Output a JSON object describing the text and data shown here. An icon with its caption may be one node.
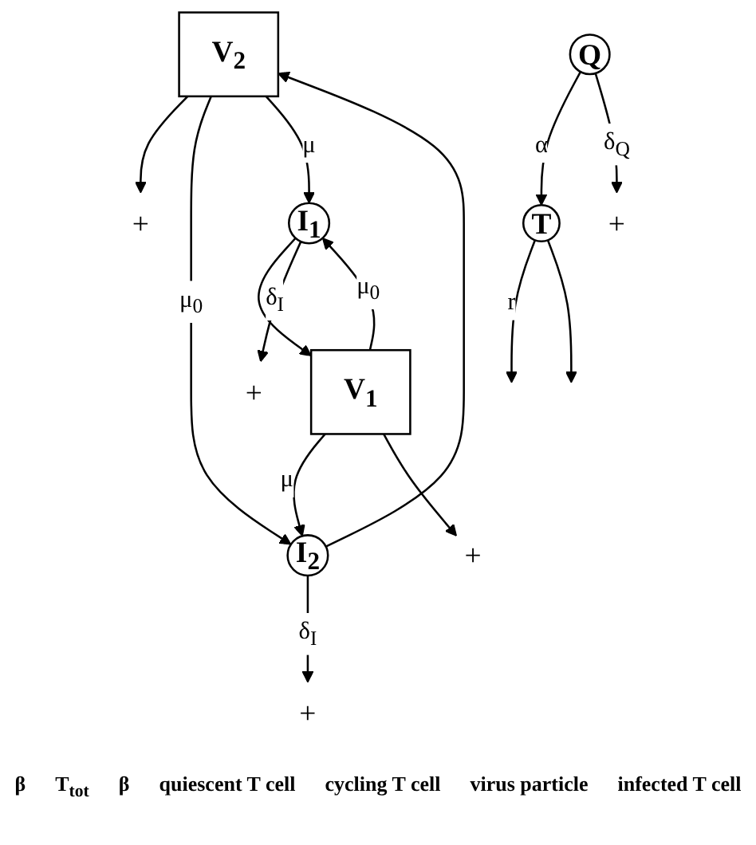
{
  "diagram": {
    "nodes": [
      {
        "text": [
          "+"
        ]
      },
      {
        "text": [
          "V$_{2}$"
        ]
      },
      {
        "text": [
          "I$_{2}$"
        ]
      },
      {
        "text": [
          "+"
        ]
      },
      {
        "text": [
          "Q"
        ]
      },
      {
        "text": [
          "T"
        ]
      },
      {
        "text": [
          "I$_{1}$"
        ]
      },
      {
        "text": [
          "+"
        ]
      },
      {
        "text": [
          "+"
        ]
      },
      {
        "text": [
          "V$_{1}$"
        ]
      },
      {
        "text": [
          "+"
        ]
      }
    ],
    "edges": [
      {
        "from": 4,
        "to": 5,
        "arrow": "to",
        "label": "α"
      },
      {
        "from": 4,
        "to": 8,
        "arrow": "to",
        "label": "δ$_{Q}$"
      },
      {
        "from": 5,
        "to": null,
        "arrow": "to",
        "label": "r"
      },
      {
        "from": 5,
        "to": null,
        "arrow": "to"
      },
      {
        "from": 1,
        "to": 0,
        "arrow": "to"
      },
      {
        "from": 2,
        "to": 1,
        "arrow": "to"
      },
      {
        "from": 2,
        "to": 3,
        "arrow": "to",
        "label": "δ$_{I}$"
      },
      {
        "from": 1,
        "to": 2,
        "arrow": "to",
        "label": "μ$_{0}$"
      },
      {
        "from": 1,
        "to": 6,
        "arrow": "to",
        "label": "μ"
      },
      {
        "from": 9,
        "to": 6,
        "arrow": "to",
        "label": "μ$_{0}$"
      },
      {
        "from": 9,
        "to": 2,
        "arrow": "to",
        "label": "μ"
      },
      {
        "from": 6,
        "to": 9,
        "arrow": "to"
      },
      {
        "from": 6,
        "to": 7,
        "arrow": "to",
        "label": "δ$_{I}$"
      },
      {
        "from": 9,
        "to": 10,
        "arrow": "to"
      }
    ],
    "labels": [
      "β",
      "T$_{tot}$",
      "β",
      "quiescent T cell",
      "cycling T cell",
      "virus particle",
      "infected T cell"
    ]
  }
}
